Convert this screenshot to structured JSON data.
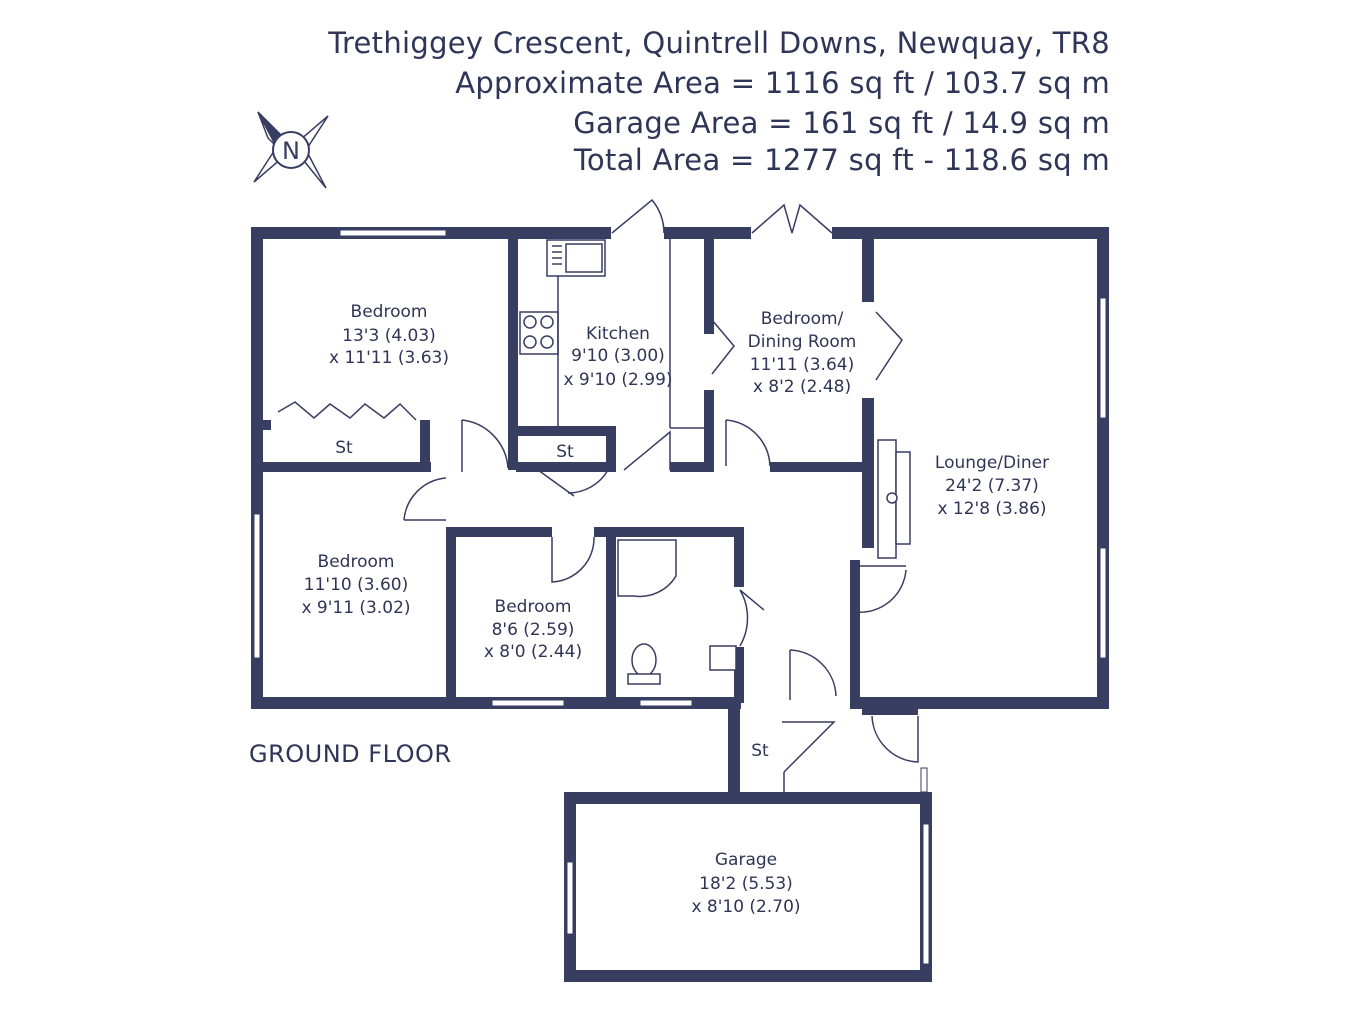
{
  "header": {
    "address": "Trethiggey Crescent, Quintrell Downs, Newquay, TR8",
    "approx_area": "Approximate Area = 1116 sq ft / 103.7 sq m",
    "garage_area": "Garage Area = 161 sq ft / 14.9 sq m",
    "total_area": "Total Area = 1277 sq ft - 118.6 sq m"
  },
  "compass": {
    "letter": "N",
    "icon": "compass-icon"
  },
  "floor_label": "GROUND FLOOR",
  "colors": {
    "wall": "#383d62",
    "line": "#383d62",
    "window": "#ffffff",
    "text": "#2f3557"
  },
  "rooms": {
    "bedroom1": {
      "name": "Bedroom",
      "dim1": "13'3 (4.03)",
      "dim2": "x 11'11 (3.63)"
    },
    "kitchen": {
      "name": "Kitchen",
      "dim1": "9'10 (3.00)",
      "dim2": "x 9'10 (2.99)"
    },
    "dining": {
      "name1": "Bedroom/",
      "name2": "Dining Room",
      "dim1": "11'11 (3.64)",
      "dim2": "x 8'2 (2.48)"
    },
    "lounge": {
      "name": "Lounge/Diner",
      "dim1": "24'2 (7.37)",
      "dim2": "x 12'8 (3.86)"
    },
    "bedroom2": {
      "name": "Bedroom",
      "dim1": "11'10 (3.60)",
      "dim2": "x 9'11 (3.02)"
    },
    "bedroom3": {
      "name": "Bedroom",
      "dim1": "8'6 (2.59)",
      "dim2": "x 8'0 (2.44)"
    },
    "garage": {
      "name": "Garage",
      "dim1": "18'2 (5.53)",
      "dim2": "x 8'10 (2.70)"
    }
  },
  "storage_label": "St"
}
